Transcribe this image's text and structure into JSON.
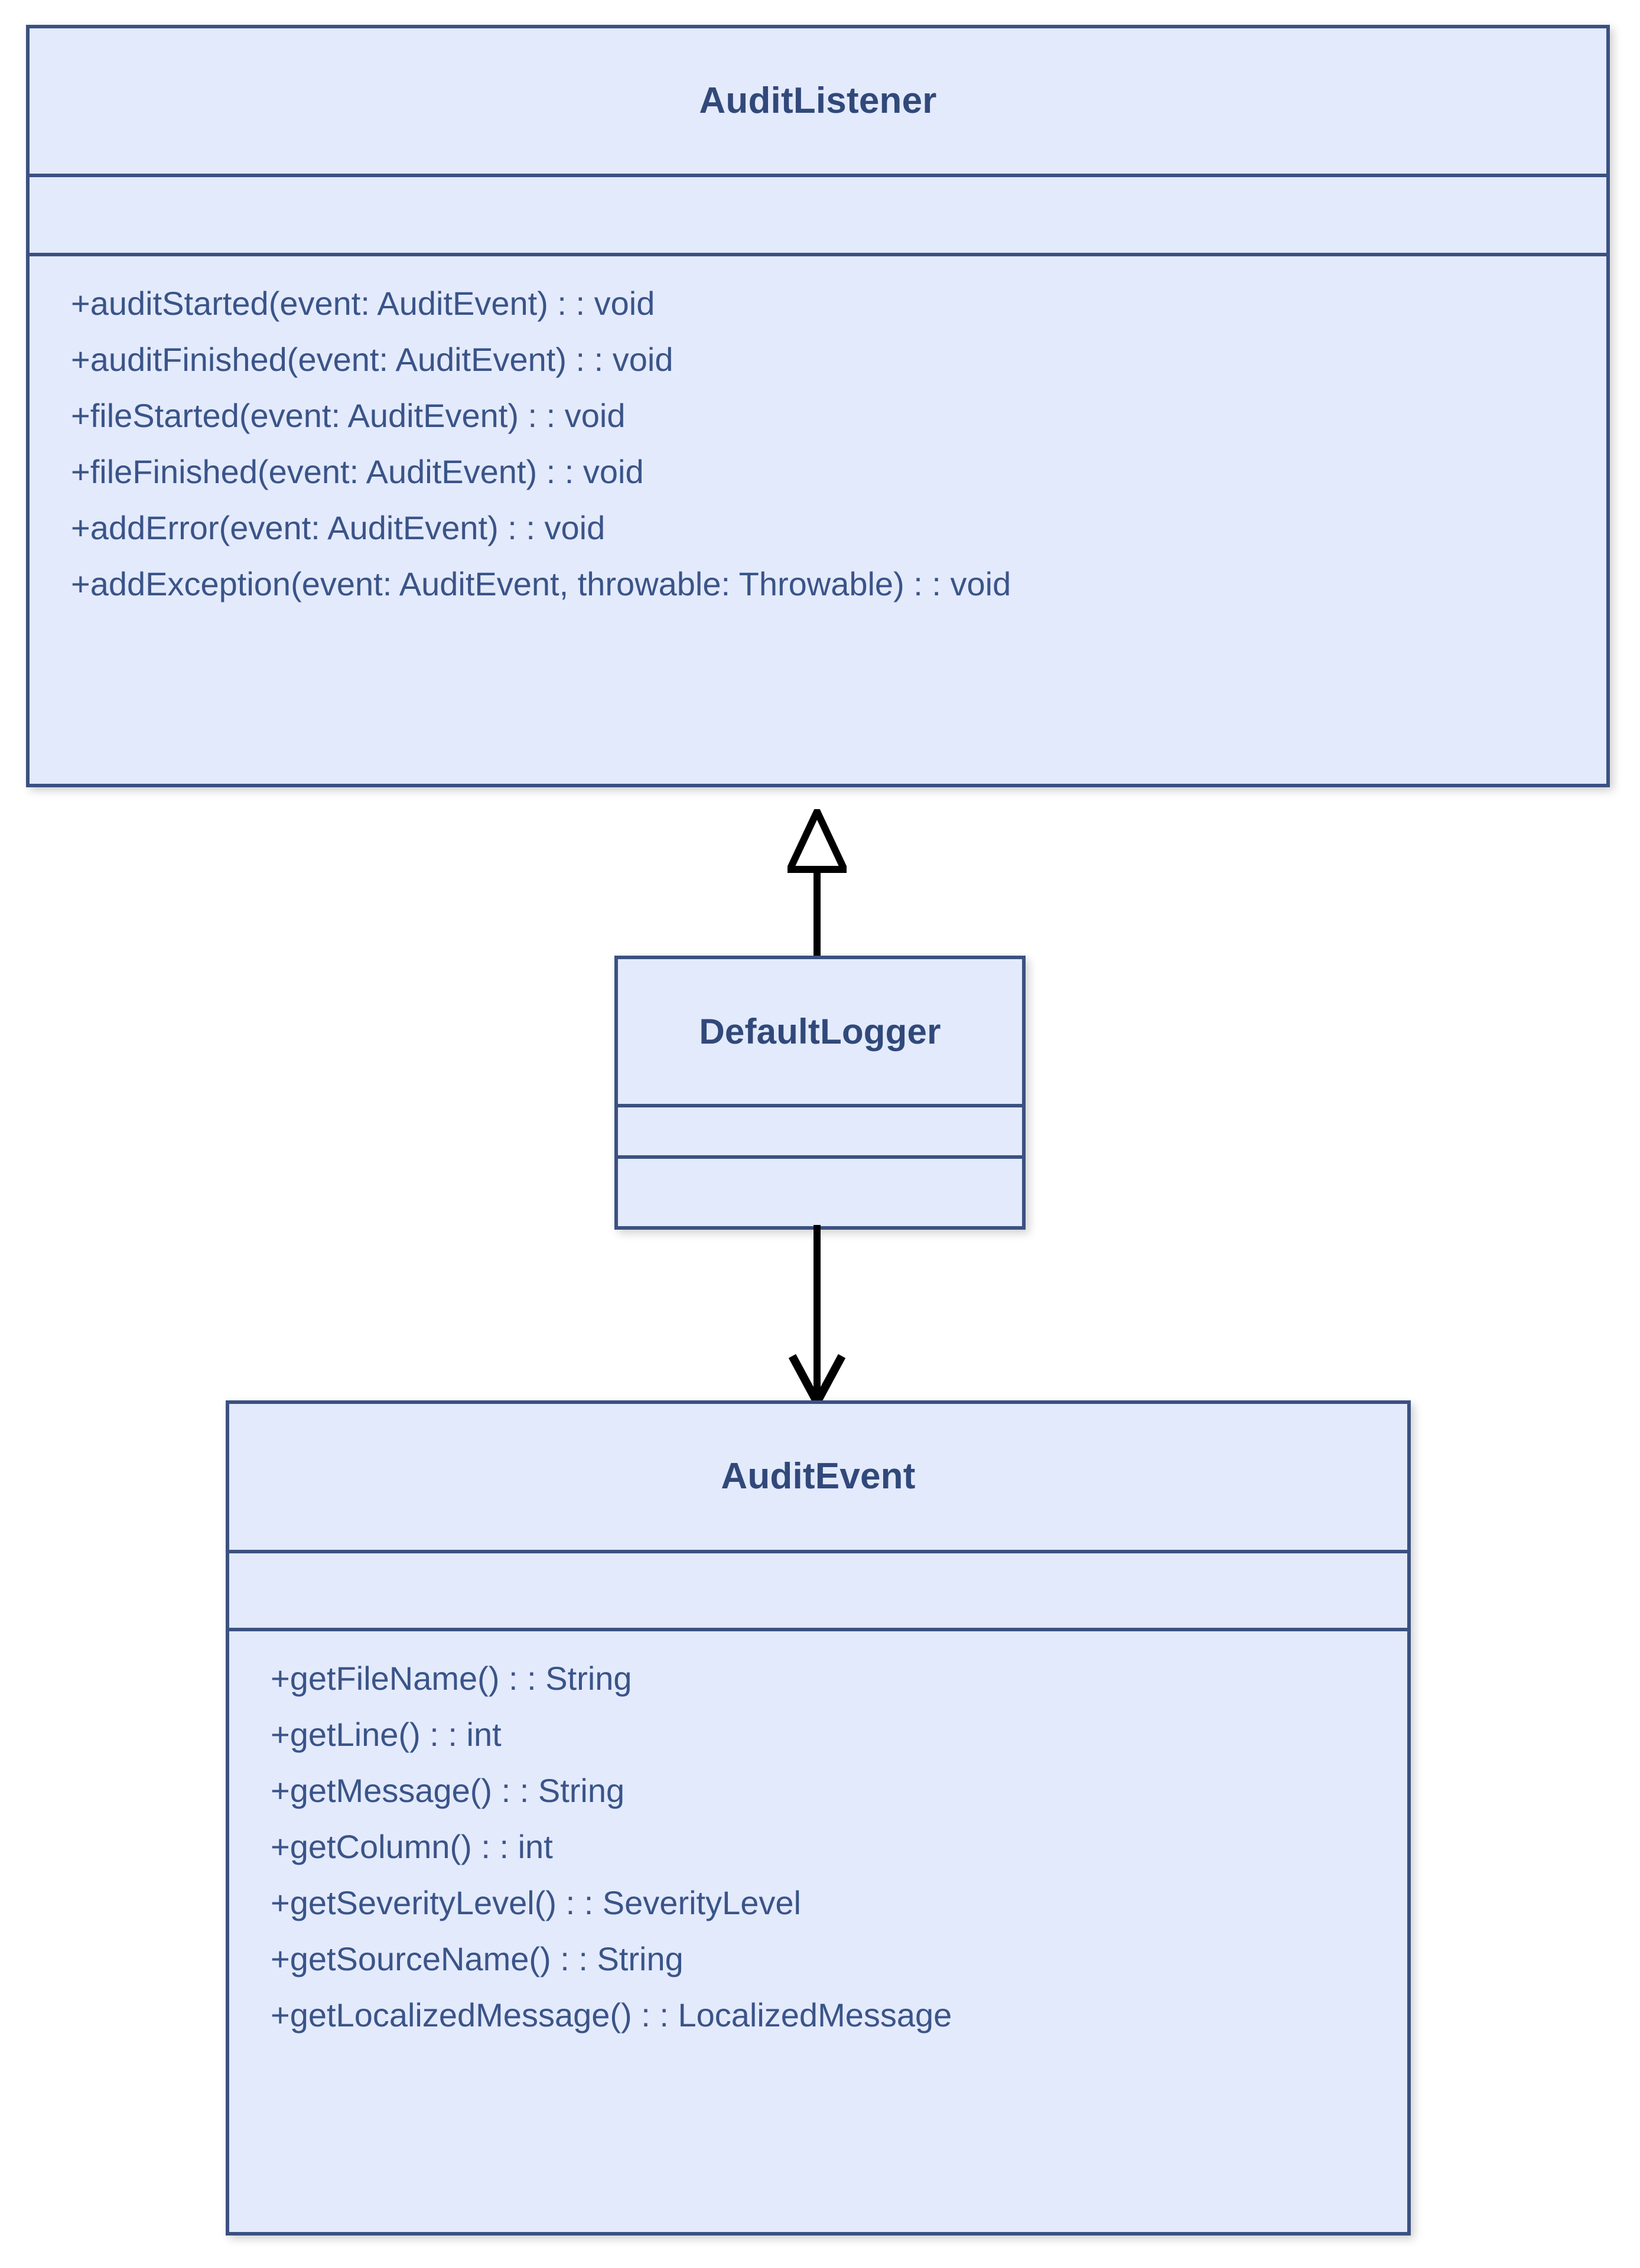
{
  "diagram": {
    "type": "uml-class-diagram",
    "background_color": "#ffffff",
    "class_fill_color": "#e3eafc",
    "class_border_color": "#3b5181",
    "text_color": "#3a5488",
    "title_color": "#31497a",
    "connector_color": "#000000"
  },
  "classes": [
    {
      "id": "auditlistener",
      "name": "AuditListener",
      "attributes": [],
      "methods": [
        "+auditStarted(event: AuditEvent) : : void",
        "+auditFinished(event: AuditEvent) : : void",
        "+fileStarted(event: AuditEvent) : : void",
        "+fileFinished(event: AuditEvent) : : void",
        "+addError(event: AuditEvent) : : void",
        "+addException(event: AuditEvent, throwable: Throwable) : : void"
      ]
    },
    {
      "id": "defaultlogger",
      "name": "DefaultLogger",
      "attributes": [],
      "methods": []
    },
    {
      "id": "auditevent",
      "name": "AuditEvent",
      "attributes": [],
      "methods": [
        "+getFileName() : : String",
        "+getLine() : : int",
        "+getMessage() : : String",
        "+getColumn() : : int",
        "+getSeverityLevel() : : SeverityLevel",
        "+getSourceName() : : String",
        "+getLocalizedMessage() : : LocalizedMessage"
      ]
    }
  ],
  "connectors": [
    {
      "id": "generalization",
      "kind": "generalization",
      "arrowhead": "hollow-triangle",
      "from": "DefaultLogger",
      "to": "AuditListener",
      "direction": "up"
    },
    {
      "id": "dependency",
      "kind": "dependency",
      "arrowhead": "open-arrow",
      "from": "DefaultLogger",
      "to": "AuditEvent",
      "direction": "down"
    }
  ]
}
